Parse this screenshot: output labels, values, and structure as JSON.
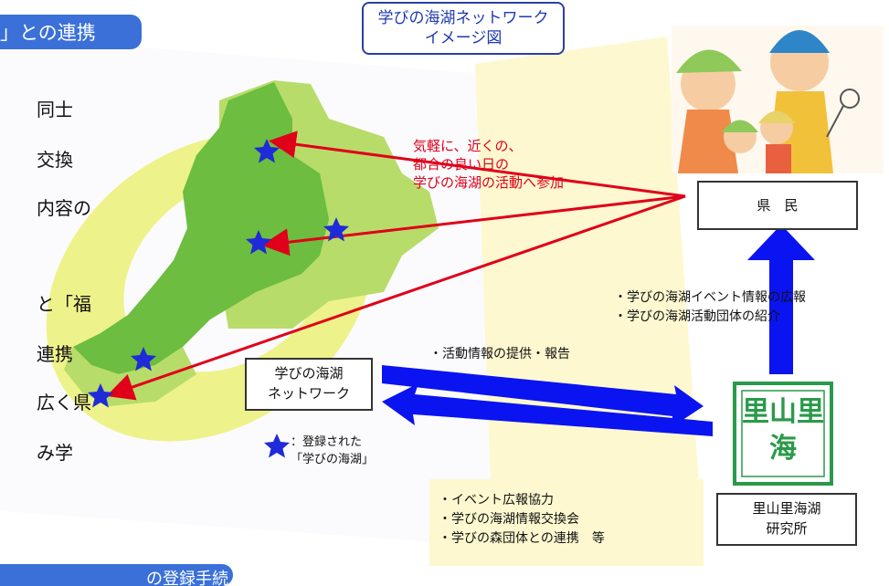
{
  "header_tab": {
    "label": "」との連携"
  },
  "bottom_tab": {
    "label": "の登録手続"
  },
  "diagram_title": {
    "line1": "学びの海湖ネットワーク",
    "line2": "イメージ図"
  },
  "side_text_fragments": [
    "同士",
    "交換",
    "内容の",
    "と「福",
    "連携",
    "広く県",
    "み学"
  ],
  "red_note": {
    "line1": "気軽に、近くの、",
    "line2": "都合の良い日の",
    "line3": "学びの海湖の活動へ参加"
  },
  "kenmin_box": {
    "label": "県　民"
  },
  "network_box": {
    "line1": "学びの海湖",
    "line2": "ネットワーク"
  },
  "institute_box": {
    "line1": "里山里海湖",
    "line2": "研究所"
  },
  "institute_logo": {
    "text": "里山里海"
  },
  "legend": {
    "line1": "：登録された",
    "line2": "「学びの海湖」"
  },
  "info_right": {
    "line1": "・学びの海湖イベント情報の広報",
    "line2": "・学びの海湖活動団体の紹介"
  },
  "info_mid": {
    "line1": "・活動情報の提供・報告"
  },
  "info_bottom": {
    "line1": "・イベント広報協力",
    "line2": "・学びの海湖情報交換会",
    "line3": "・学びの森団体との連携　等"
  },
  "colors": {
    "accent_blue": "#3a70d8",
    "arrow_blue": "#0a14f0",
    "red": "#e0001a",
    "map_green": "#6cbd40",
    "map_lightgreen": "#b7dc6a",
    "ellipse_yellow": "#eef28a",
    "panel_yellow": "#fdf8cf",
    "logo_green": "#2a9a4a"
  },
  "icons": [
    "star-icon",
    "family-illustration",
    "satoyama-logo"
  ]
}
